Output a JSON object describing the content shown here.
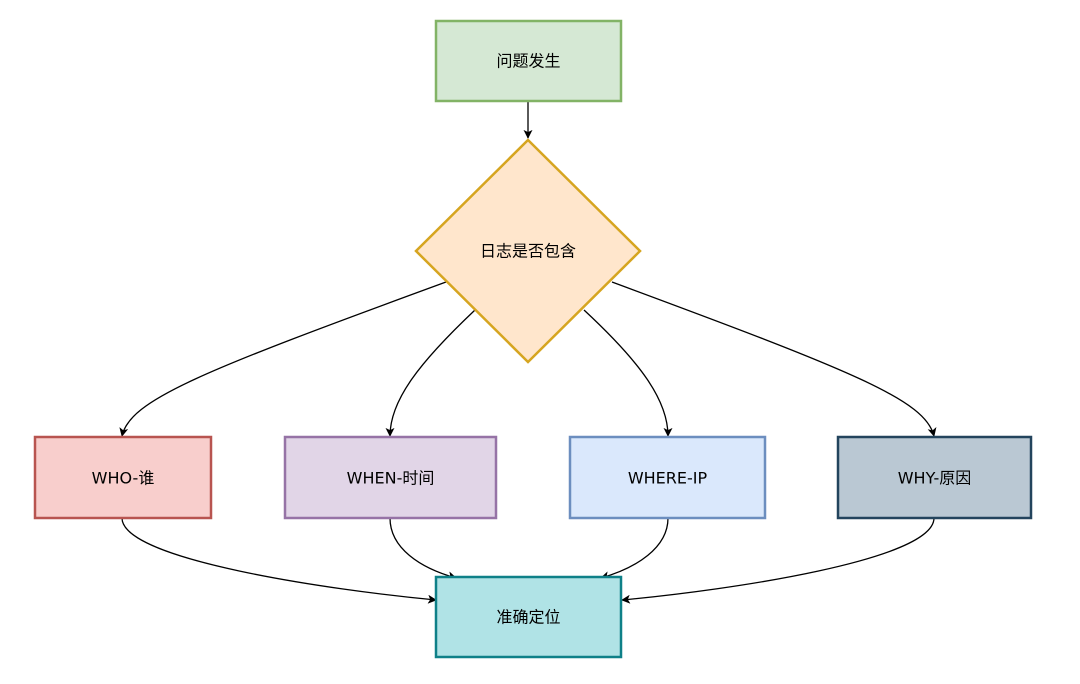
{
  "nodes": {
    "start": {
      "label": "问题发生",
      "fill": "#d5e8d4",
      "stroke": "#82b366"
    },
    "decision": {
      "label": "日志是否包含",
      "fill": "#ffe6cc",
      "stroke": "#d6a520"
    },
    "who": {
      "label": "WHO-谁",
      "fill": "#f8cecc",
      "stroke": "#b85450"
    },
    "when": {
      "label": "WHEN-时间",
      "fill": "#e1d5e7",
      "stroke": "#9673a6"
    },
    "where": {
      "label": "WHERE-IP",
      "fill": "#dae8fc",
      "stroke": "#6c8ebf"
    },
    "why": {
      "label": "WHY-原因",
      "fill": "#bac8d3",
      "stroke": "#23445d"
    },
    "result": {
      "label": "准确定位",
      "fill": "#b0e3e6",
      "stroke": "#0e8088"
    }
  }
}
